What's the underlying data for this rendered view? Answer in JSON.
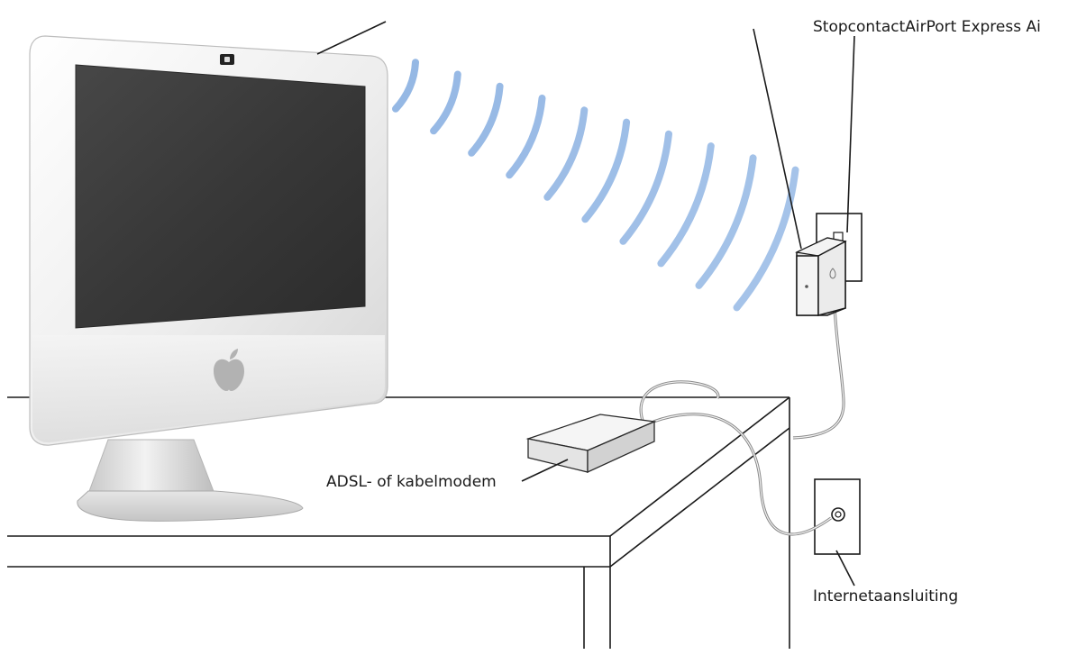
{
  "labels": {
    "top_right": "StopcontactAirPort Express  Ai",
    "modem": "ADSL- of kabelmodem",
    "jack": "Internetaansluiting"
  },
  "colors": {
    "wave": "#8fb4e3",
    "line": "#1a1a1a",
    "screen": "#3b3b3b",
    "device_body": "#f1f1f1"
  },
  "icons": {
    "logo": "apple-logo-icon",
    "camera": "camera-icon",
    "plug": "power-plug-icon",
    "jack": "phone-jack-icon"
  }
}
